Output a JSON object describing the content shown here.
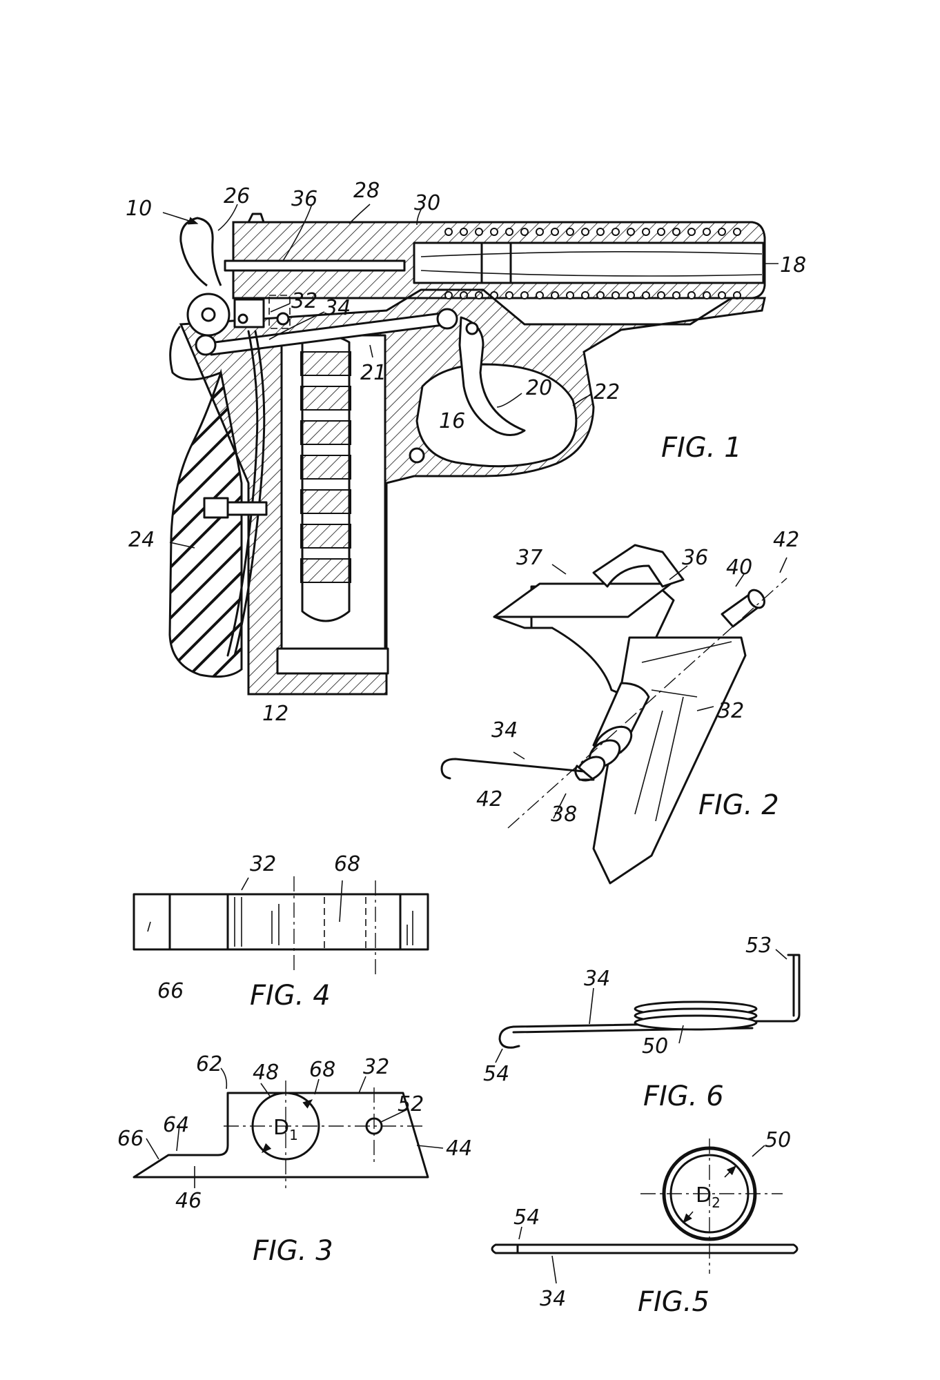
{
  "figures": {
    "fig1": {
      "caption": "FIG. 1",
      "refs": {
        "r10": "10",
        "r26": "26",
        "r36": "36",
        "r28": "28",
        "r30": "30",
        "r18": "18",
        "r32": "32",
        "r34": "34",
        "r21": "21",
        "r20": "20",
        "r22": "22",
        "r16": "16",
        "r24": "24",
        "r12": "12"
      }
    },
    "fig2": {
      "caption": "FIG. 2",
      "refs": {
        "r37": "37",
        "r36": "36",
        "r40": "40",
        "r42a": "42",
        "r32": "32",
        "r34": "34",
        "r42b": "42",
        "r38": "38"
      }
    },
    "fig3": {
      "caption": "FIG. 3",
      "refs": {
        "r62": "62",
        "r48": "48",
        "r68": "68",
        "r32": "32",
        "r52": "52",
        "r64": "64",
        "r66": "66",
        "r44": "44",
        "r46": "46"
      },
      "dim": {
        "letter": "D",
        "sub": "1"
      }
    },
    "fig4": {
      "caption": "FIG. 4",
      "refs": {
        "r32": "32",
        "r68": "68",
        "r66": "66"
      }
    },
    "fig5": {
      "caption": "FIG.5",
      "refs": {
        "r54": "54",
        "r50": "50",
        "r34": "34"
      },
      "dim": {
        "letter": "D",
        "sub": "2"
      }
    },
    "fig6": {
      "caption": "FIG. 6",
      "refs": {
        "r53": "53",
        "r34": "34",
        "r50": "50",
        "r54": "54"
      }
    }
  },
  "colors": {
    "ink": "#111111",
    "paper": "#ffffff"
  }
}
